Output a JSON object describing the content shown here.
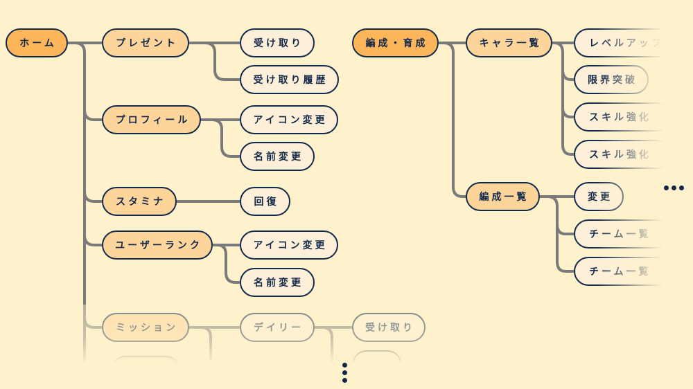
{
  "left_tree": {
    "root": "ホーム",
    "present": {
      "label": "プレゼント",
      "children": [
        "受け取り",
        "受け取り履歴"
      ]
    },
    "profile": {
      "label": "プロフィール",
      "children": [
        "アイコン変更",
        "名前変更"
      ]
    },
    "stamina": {
      "label": "スタミナ",
      "children": [
        "回復"
      ]
    },
    "user_rank": {
      "label": "ユーザーランク",
      "children": [
        "アイコン変更",
        "名前変更"
      ]
    },
    "mission": {
      "label": "ミッション",
      "children": [
        {
          "label": "デイリー",
          "children": [
            "受け取り"
          ]
        }
      ]
    }
  },
  "right_tree": {
    "root": "編成・育成",
    "chara_list": {
      "label": "キャラ一覧",
      "children": [
        "レベルアップ",
        "限界突破",
        "スキル強化",
        "スキル強化"
      ]
    },
    "team_list": {
      "label": "編成一覧",
      "children": [
        "変更",
        "チーム一覧",
        "チーム一覧"
      ]
    }
  },
  "colors": {
    "background": "#fef2cc",
    "root_fill": "#fdb55a",
    "branch_fill": "#fdd49a",
    "leaf_fill": "#fdefd8",
    "border": "#13294b",
    "connector": "#7a7a7a"
  }
}
